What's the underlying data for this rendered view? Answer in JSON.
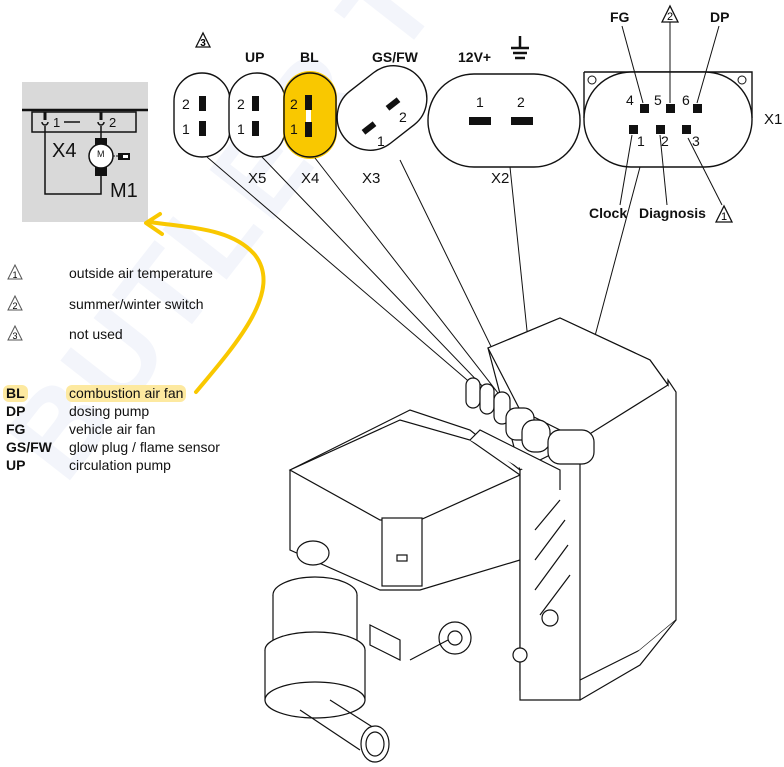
{
  "watermark": "BUTLER TECHNIK",
  "highlight_color": "#f9c800",
  "inset": {
    "connector_label": "X4",
    "component_label": "M1",
    "motor_symbol": "M",
    "pin1": "1",
    "pin2": "2"
  },
  "connectors": [
    {
      "id": "X6",
      "header": "3",
      "header_type": "triangle-note",
      "name": "",
      "pins": [
        "2",
        "1"
      ],
      "highlighted": false
    },
    {
      "id": "X5",
      "header": "UP",
      "name": "X5",
      "pins": [
        "2",
        "1"
      ],
      "highlighted": false
    },
    {
      "id": "X4",
      "header": "BL",
      "name": "X4",
      "pins": [
        "2",
        "1"
      ],
      "highlighted": true
    },
    {
      "id": "X3",
      "header": "GS/FW",
      "name": "X3",
      "pins": [
        "2",
        "1"
      ],
      "highlighted": false
    },
    {
      "id": "X2",
      "header": "12V+",
      "header2": "ground-symbol",
      "name": "X2",
      "pins": [
        "1",
        "2"
      ],
      "highlighted": false
    },
    {
      "id": "X1",
      "name": "X1",
      "pins": [
        "4",
        "5",
        "6",
        "1",
        "2",
        "3"
      ],
      "highlighted": false
    }
  ],
  "x1_labels": {
    "top_left": "FG",
    "top_mid": "2",
    "top_right": "DP",
    "bottom_left": "Clock",
    "bottom_mid": "Diagnosis",
    "bottom_right": "1"
  },
  "notes": [
    {
      "num": "1",
      "text": "outside air temperature"
    },
    {
      "num": "2",
      "text": "summer/winter switch"
    },
    {
      "num": "3",
      "text": "not used"
    }
  ],
  "abbreviations": [
    {
      "code": "BL",
      "text": "combustion air fan",
      "highlighted": true
    },
    {
      "code": "DP",
      "text": "dosing pump",
      "highlighted": false
    },
    {
      "code": "FG",
      "text": "vehicle air fan",
      "highlighted": false
    },
    {
      "code": "GS/FW",
      "text": "glow plug / flame sensor",
      "highlighted": false
    },
    {
      "code": "UP",
      "text": "circulation pump",
      "highlighted": false
    }
  ]
}
